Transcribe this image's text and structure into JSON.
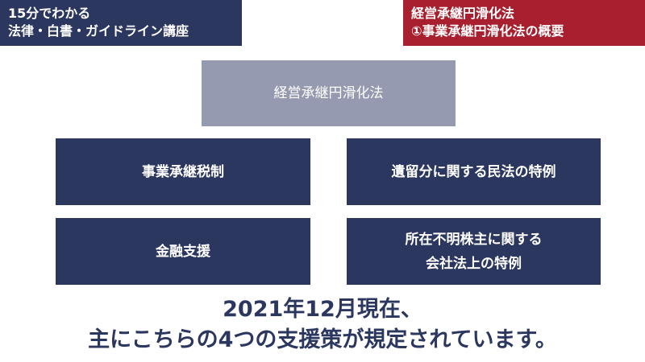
{
  "header": {
    "left_badge": {
      "line1": "15分でわかる",
      "line2": "法律・白書・ガイドライン講座"
    },
    "right_badge": {
      "line1": "経営承継円滑化法",
      "line2": "①事業承継円滑化法の概要"
    }
  },
  "diagram": {
    "root": "経営承継円滑化法",
    "items": [
      {
        "lines": [
          "事業承継税制"
        ]
      },
      {
        "lines": [
          "遺留分に関する民法の特例"
        ]
      },
      {
        "lines": [
          "金融支援"
        ]
      },
      {
        "lines": [
          "所在不明株主に関する",
          "会社法上の特例"
        ]
      }
    ]
  },
  "summary": {
    "line1": "2021年12月現在、",
    "line2": "主にこちらの4つの支援策が規定されています。"
  },
  "colors": {
    "navy": "#2c3760",
    "crimson": "#a8202f",
    "root_box": "#969ab1"
  }
}
